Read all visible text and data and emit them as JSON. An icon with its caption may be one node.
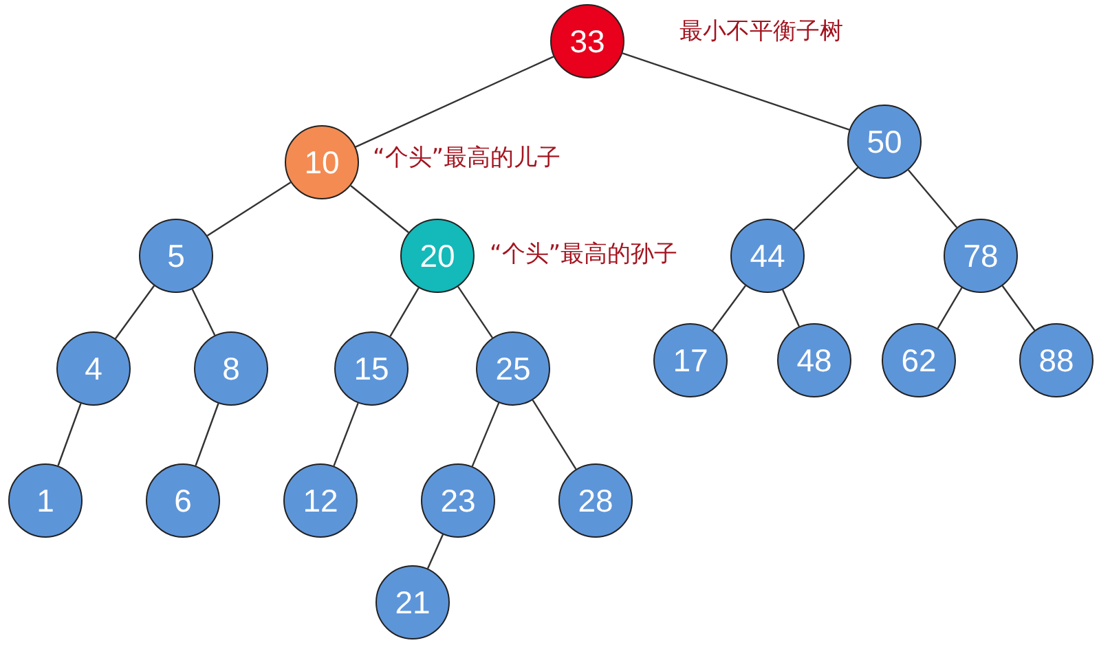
{
  "diagram": {
    "nodes": [
      {
        "text": [
          "33"
        ],
        "beside": [
          "最小不平衡子树"
        ]
      },
      {
        "text": [
          "10"
        ],
        "beside": [
          "“个头”最高的儿子"
        ]
      },
      {
        "text": [
          "50"
        ]
      },
      {
        "text": [
          "5"
        ]
      },
      {
        "text": [
          "20"
        ],
        "beside": [
          "“个头”最高的孙子"
        ]
      },
      {
        "text": [
          "44"
        ]
      },
      {
        "text": [
          "78"
        ]
      },
      {
        "text": [
          "4"
        ]
      },
      {
        "text": [
          "8"
        ]
      },
      {
        "text": [
          "15"
        ]
      },
      {
        "text": [
          "25"
        ]
      },
      {
        "text": [
          "17"
        ]
      },
      {
        "text": [
          "48"
        ]
      },
      {
        "text": [
          "62"
        ]
      },
      {
        "text": [
          "88"
        ]
      },
      {
        "text": [
          "1"
        ]
      },
      {
        "text": [
          "6"
        ]
      },
      {
        "text": [
          "12"
        ]
      },
      {
        "text": [
          "23"
        ]
      },
      {
        "text": [
          "28"
        ]
      },
      {
        "text": [
          "21"
        ]
      }
    ],
    "edges": [
      {
        "from": 0,
        "to": 1,
        "arrow": "none"
      },
      {
        "from": 0,
        "to": 2,
        "arrow": "none"
      },
      {
        "from": 1,
        "to": 3,
        "arrow": "none"
      },
      {
        "from": 1,
        "to": 4,
        "arrow": "none"
      },
      {
        "from": 2,
        "to": 5,
        "arrow": "none"
      },
      {
        "from": 2,
        "to": 6,
        "arrow": "none"
      },
      {
        "from": 3,
        "to": 7,
        "arrow": "none"
      },
      {
        "from": 3,
        "to": 8,
        "arrow": "none"
      },
      {
        "from": 4,
        "to": 9,
        "arrow": "none"
      },
      {
        "from": 4,
        "to": 10,
        "arrow": "none"
      },
      {
        "from": 5,
        "to": 11,
        "arrow": "none"
      },
      {
        "from": 5,
        "to": 12,
        "arrow": "none"
      },
      {
        "from": 6,
        "to": 13,
        "arrow": "none"
      },
      {
        "from": 6,
        "to": 14,
        "arrow": "none"
      },
      {
        "from": 7,
        "to": 15,
        "arrow": "none"
      },
      {
        "from": 8,
        "to": 16,
        "arrow": "none"
      },
      {
        "from": 9,
        "to": 17,
        "arrow": "none"
      },
      {
        "from": 10,
        "to": 18,
        "arrow": "none"
      },
      {
        "from": 10,
        "to": 19,
        "arrow": "none"
      },
      {
        "from": 18,
        "to": 20,
        "arrow": "none"
      }
    ]
  }
}
